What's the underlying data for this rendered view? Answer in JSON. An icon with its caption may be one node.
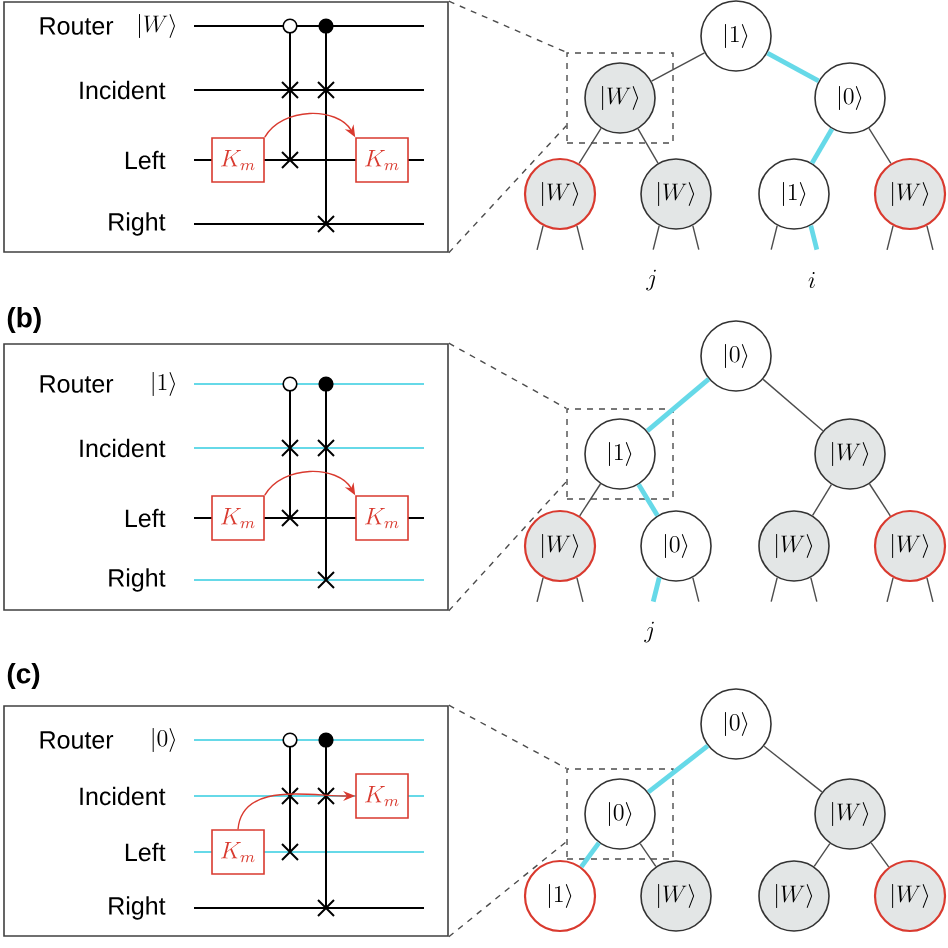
{
  "diagram": {
    "nodes": [
      {
        "text": [],
        "shape": "box"
      },
      {
        "text": [
          "K_m"
        ],
        "in": 0
      },
      {
        "text": [
          "K_m"
        ],
        "in": 0
      },
      {
        "text": [
          "|1\\rangle"
        ]
      },
      {
        "text": [],
        "shape": "box"
      },
      {
        "text": [
          "|W\\rangle"
        ],
        "in": 4
      },
      {
        "text": [
          "|0\\rangle"
        ]
      },
      {
        "text": [
          "|W\\rangle"
        ]
      },
      {
        "text": [
          "|W\\rangle"
        ]
      },
      {
        "text": [
          "|1\\rangle"
        ]
      },
      {
        "text": [
          "|W\\rangle"
        ]
      },
      {
        "text": [],
        "shape": "box"
      },
      {
        "text": [
          "K_m"
        ],
        "in": 11
      },
      {
        "text": [
          "K_m"
        ],
        "in": 11
      },
      {
        "text": [
          "|0\\rangle"
        ]
      },
      {
        "text": [],
        "shape": "box"
      },
      {
        "text": [
          "|1\\rangle"
        ],
        "in": 15
      },
      {
        "text": [
          "|W\\rangle"
        ]
      },
      {
        "text": [
          "|W\\rangle"
        ]
      },
      {
        "text": [
          "|0\\rangle"
        ]
      },
      {
        "text": [
          "|W\\rangle"
        ]
      },
      {
        "text": [
          "|W\\rangle"
        ]
      },
      {
        "text": [],
        "shape": "box"
      },
      {
        "text": [
          "K_m"
        ],
        "in": 22
      },
      {
        "text": [
          "K_m"
        ],
        "in": 22
      },
      {
        "text": [
          "|0\\rangle"
        ]
      },
      {
        "text": [],
        "shape": "box"
      },
      {
        "text": [
          "|0\\rangle"
        ],
        "in": 26
      },
      {
        "text": [
          "|W\\rangle"
        ]
      },
      {
        "text": [
          "|1\\rangle"
        ]
      },
      {
        "text": [
          "|W\\rangle"
        ]
      },
      {
        "text": [
          "|W\\rangle"
        ]
      },
      {
        "text": [
          "|W\\rangle"
        ]
      }
    ],
    "edges": [
      {
        "from": 1,
        "to": 2,
        "arrow": "to",
        "color": "#d93a2f"
      },
      {
        "from": 0,
        "to": 4,
        "arrow": "none",
        "style": "dashed"
      },
      {
        "from": 0,
        "to": 4,
        "arrow": "none",
        "style": "dashed"
      },
      {
        "from": 3,
        "to": 5,
        "arrow": "none"
      },
      {
        "from": 3,
        "to": 6,
        "arrow": "none",
        "style": "thick",
        "color": "#66d9e8"
      },
      {
        "from": 5,
        "to": 7,
        "arrow": "none"
      },
      {
        "from": 5,
        "to": 8,
        "arrow": "none"
      },
      {
        "from": 6,
        "to": 9,
        "arrow": "none",
        "style": "thick",
        "color": "#66d9e8"
      },
      {
        "from": 6,
        "to": 10,
        "arrow": "none"
      },
      {
        "from": 7,
        "to": null,
        "arrow": "none"
      },
      {
        "from": 7,
        "to": null,
        "arrow": "none"
      },
      {
        "from": 8,
        "to": null,
        "arrow": "none"
      },
      {
        "from": 8,
        "to": null,
        "arrow": "none"
      },
      {
        "from": 9,
        "to": null,
        "arrow": "none"
      },
      {
        "from": 9,
        "to": null,
        "arrow": "none",
        "style": "thick",
        "color": "#66d9e8"
      },
      {
        "from": 10,
        "to": null,
        "arrow": "none"
      },
      {
        "from": 10,
        "to": null,
        "arrow": "none"
      },
      {
        "from": 12,
        "to": 13,
        "arrow": "to",
        "color": "#d93a2f"
      },
      {
        "from": 11,
        "to": 15,
        "arrow": "none",
        "style": "dashed"
      },
      {
        "from": 11,
        "to": 15,
        "arrow": "none",
        "style": "dashed"
      },
      {
        "from": 14,
        "to": 16,
        "arrow": "none",
        "style": "thick",
        "color": "#66d9e8"
      },
      {
        "from": 14,
        "to": 17,
        "arrow": "none"
      },
      {
        "from": 16,
        "to": 18,
        "arrow": "none"
      },
      {
        "from": 16,
        "to": 19,
        "arrow": "none",
        "style": "thick",
        "color": "#66d9e8"
      },
      {
        "from": 17,
        "to": 20,
        "arrow": "none"
      },
      {
        "from": 17,
        "to": 21,
        "arrow": "none"
      },
      {
        "from": 18,
        "to": null,
        "arrow": "none"
      },
      {
        "from": 18,
        "to": null,
        "arrow": "none"
      },
      {
        "from": 19,
        "to": null,
        "arrow": "none",
        "style": "thick",
        "color": "#66d9e8"
      },
      {
        "from": 19,
        "to": null,
        "arrow": "none"
      },
      {
        "from": 20,
        "to": null,
        "arrow": "none"
      },
      {
        "from": 20,
        "to": null,
        "arrow": "none"
      },
      {
        "from": 21,
        "to": null,
        "arrow": "none"
      },
      {
        "from": 21,
        "to": null,
        "arrow": "none"
      },
      {
        "from": 23,
        "to": 24,
        "arrow": "to",
        "color": "#d93a2f"
      },
      {
        "from": 22,
        "to": 26,
        "arrow": "none",
        "style": "dashed"
      },
      {
        "from": 22,
        "to": 26,
        "arrow": "none",
        "style": "dashed"
      },
      {
        "from": 25,
        "to": 27,
        "arrow": "none",
        "style": "thick",
        "color": "#66d9e8"
      },
      {
        "from": 25,
        "to": 28,
        "arrow": "none"
      },
      {
        "from": 27,
        "to": 29,
        "arrow": "none",
        "style": "thick",
        "color": "#66d9e8"
      },
      {
        "from": 27,
        "to": 30,
        "arrow": "none"
      },
      {
        "from": 28,
        "to": 31,
        "arrow": "none"
      },
      {
        "from": 28,
        "to": 32,
        "arrow": "none"
      }
    ],
    "labels": [
      "Router",
      "|W\\rangle",
      "Incident",
      "Left",
      "Right",
      "j",
      "i",
      "(b)",
      "Router",
      "|1\\rangle",
      "Incident",
      "Left",
      "Right",
      "j",
      "(c)",
      "Router",
      "|0\\rangle",
      "Incident",
      "Left",
      "Right"
    ]
  }
}
